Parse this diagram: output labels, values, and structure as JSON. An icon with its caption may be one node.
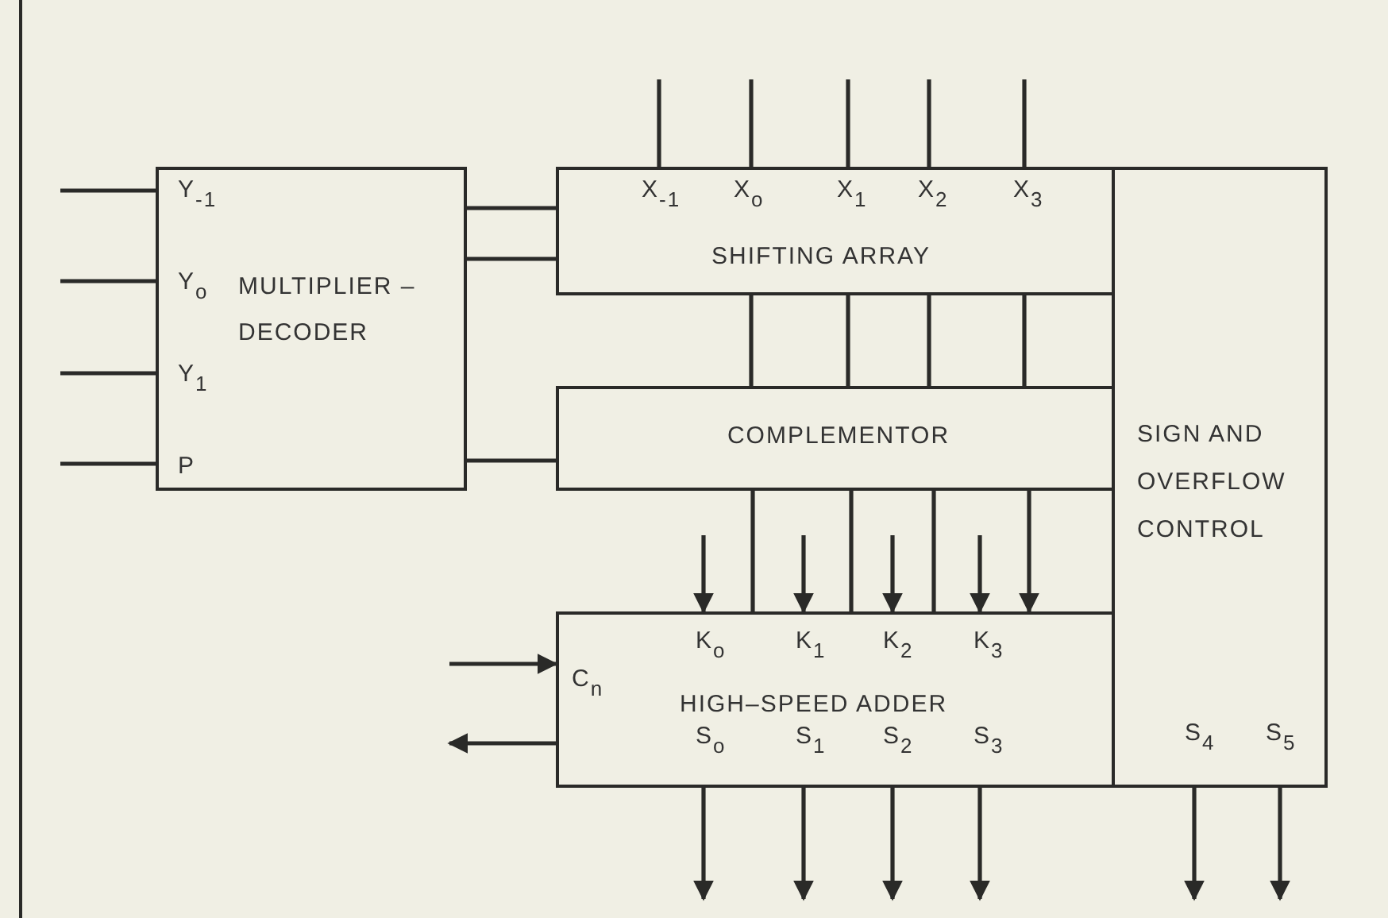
{
  "diagram": {
    "nodes": [
      {
        "text": [
          "Y$_{-1}$",
          "Y$_{o}$",
          "Y$_{1}$",
          "P",
          "MULTIPLIER – DECODER"
        ]
      },
      {
        "text": [
          "X$_{-1}$",
          "X$_{o}$",
          "X$_{1}$",
          "X$_{2}$",
          "X$_{3}$",
          "SHIFTING ARRAY"
        ]
      },
      {
        "text": [
          "COMPLEMENTOR"
        ]
      },
      {
        "text": [
          "K$_{o}$",
          "K$_{1}$",
          "K$_{2}$",
          "K$_{3}$",
          "C$_{n}$",
          "HIGH–SPEED ADDER",
          "S$_{o}$",
          "S$_{1}$",
          "S$_{2}$",
          "S$_{3}$"
        ]
      },
      {
        "text": [
          "SIGN AND OVERFLOW CONTROL",
          "S$_{4}$",
          "S$_{5}$"
        ]
      }
    ],
    "edges": [
      {
        "from": null,
        "to": 0,
        "arrow": "none"
      },
      {
        "from": null,
        "to": 0,
        "arrow": "none"
      },
      {
        "from": null,
        "to": 0,
        "arrow": "none"
      },
      {
        "from": null,
        "to": 0,
        "arrow": "none"
      },
      {
        "from": 0,
        "to": 1,
        "arrow": "none"
      },
      {
        "from": 0,
        "to": 1,
        "arrow": "none"
      },
      {
        "from": 0,
        "to": 2,
        "arrow": "none"
      },
      {
        "from": null,
        "to": 1,
        "arrow": "none"
      },
      {
        "from": null,
        "to": 1,
        "arrow": "none"
      },
      {
        "from": null,
        "to": 1,
        "arrow": "none"
      },
      {
        "from": null,
        "to": 1,
        "arrow": "none"
      },
      {
        "from": null,
        "to": 1,
        "arrow": "none"
      },
      {
        "from": 1,
        "to": 2,
        "arrow": "none"
      },
      {
        "from": 1,
        "to": 2,
        "arrow": "none"
      },
      {
        "from": 1,
        "to": 2,
        "arrow": "none"
      },
      {
        "from": 1,
        "to": 2,
        "arrow": "none"
      },
      {
        "from": 2,
        "to": 3,
        "arrow": "none"
      },
      {
        "from": 2,
        "to": 3,
        "arrow": "none"
      },
      {
        "from": 2,
        "to": 3,
        "arrow": "none"
      },
      {
        "from": 2,
        "to": 3,
        "arrow": "to"
      },
      {
        "from": null,
        "to": 3,
        "arrow": "to"
      },
      {
        "from": null,
        "to": 3,
        "arrow": "to"
      },
      {
        "from": null,
        "to": 3,
        "arrow": "to"
      },
      {
        "from": null,
        "to": 3,
        "arrow": "to"
      },
      {
        "from": null,
        "to": 3,
        "arrow": "to"
      },
      {
        "from": 3,
        "to": null,
        "arrow": "to"
      },
      {
        "from": 3,
        "to": null,
        "arrow": "to"
      },
      {
        "from": 3,
        "to": null,
        "arrow": "to"
      },
      {
        "from": 3,
        "to": null,
        "arrow": "to"
      },
      {
        "from": 3,
        "to": null,
        "arrow": "to"
      },
      {
        "from": 4,
        "to": null,
        "arrow": "to"
      },
      {
        "from": 4,
        "to": null,
        "arrow": "to"
      }
    ]
  }
}
